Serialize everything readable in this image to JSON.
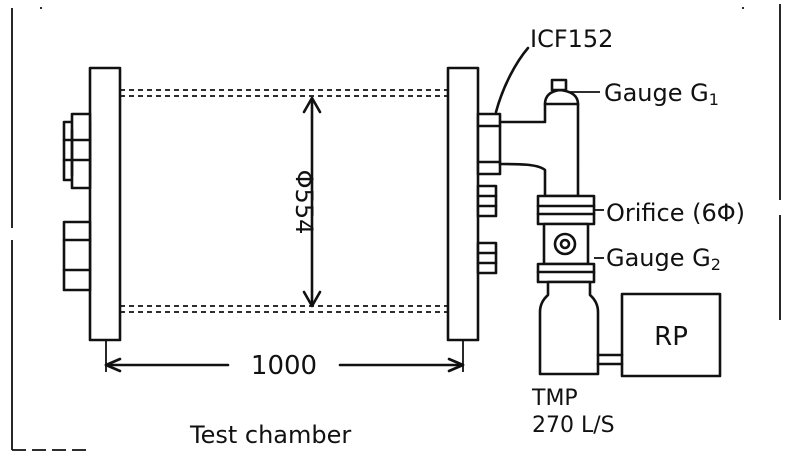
{
  "labels": {
    "flange": "ICF152",
    "gauge1_prefix": "Gauge G",
    "gauge1_sub": "1",
    "orifice": "Orifice (6Φ)",
    "gauge2_prefix": "Gauge G",
    "gauge2_sub": "2",
    "diameter": "Φ554",
    "length": "1000",
    "rp": "RP",
    "tmp_line1": "TMP",
    "tmp_line2": "270 L/S",
    "caption": "Test chamber"
  },
  "colors": {
    "ink": "#111111",
    "background": "#ffffff"
  }
}
